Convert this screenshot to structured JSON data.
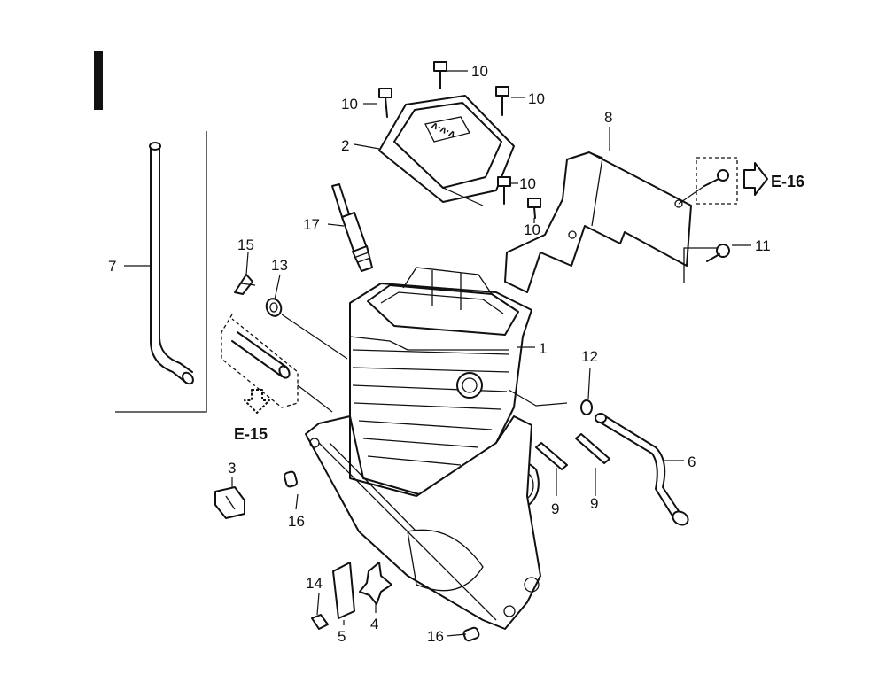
{
  "section_letter": "I",
  "refs": {
    "e15": "E-15",
    "e16": "E-16"
  },
  "callouts": {
    "c1": "1",
    "c2": "2",
    "c3": "3",
    "c4": "4",
    "c5": "5",
    "c6": "6",
    "c7": "7",
    "c8": "8",
    "c9a": "9",
    "c9b": "9",
    "c10a": "10",
    "c10b": "10",
    "c10c": "10",
    "c10d": "10",
    "c10e": "10",
    "c11": "11",
    "c12": "12",
    "c13": "13",
    "c14": "14",
    "c15": "15",
    "c16a": "16",
    "c16b": "16",
    "c17": "17"
  }
}
